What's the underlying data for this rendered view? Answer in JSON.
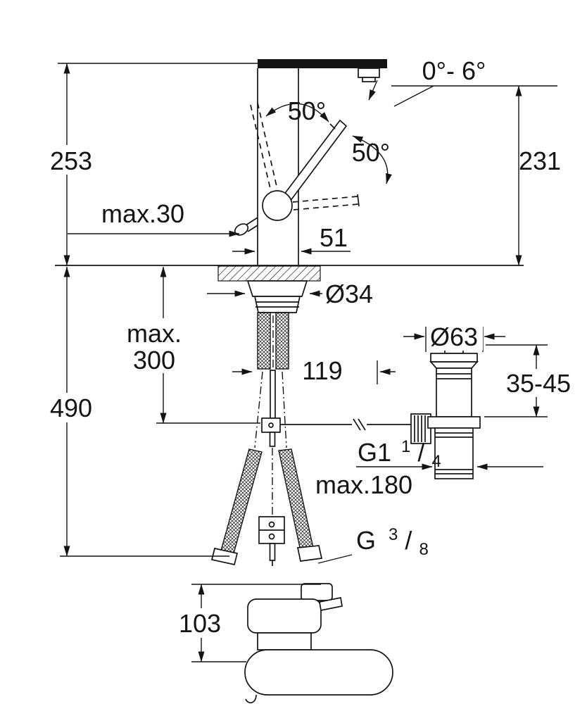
{
  "drawing": {
    "colors": {
      "line": "#141414",
      "background": "#ffffff"
    },
    "labels": {
      "dim_253": "253",
      "dim_231": "231",
      "angle_range": "0°- 6°",
      "angle_50_upper": "50°",
      "angle_50_lower": "50°",
      "max_30": "max.30",
      "dim_51": "51",
      "dia_34": "Ø34",
      "max_word": "max.",
      "dim_300": "300",
      "dim_490": "490",
      "dim_119": "119",
      "dia_63": "Ø63",
      "range_35_45": "35-45",
      "g114_prefix": "G1",
      "g114_num": "1",
      "g114_slash": "/",
      "g114_den": "4",
      "max_180": "max.180",
      "g38_prefix": "G",
      "g38_num": "3",
      "g38_slash": "/",
      "g38_den": "8",
      "dim_103": "103"
    }
  }
}
